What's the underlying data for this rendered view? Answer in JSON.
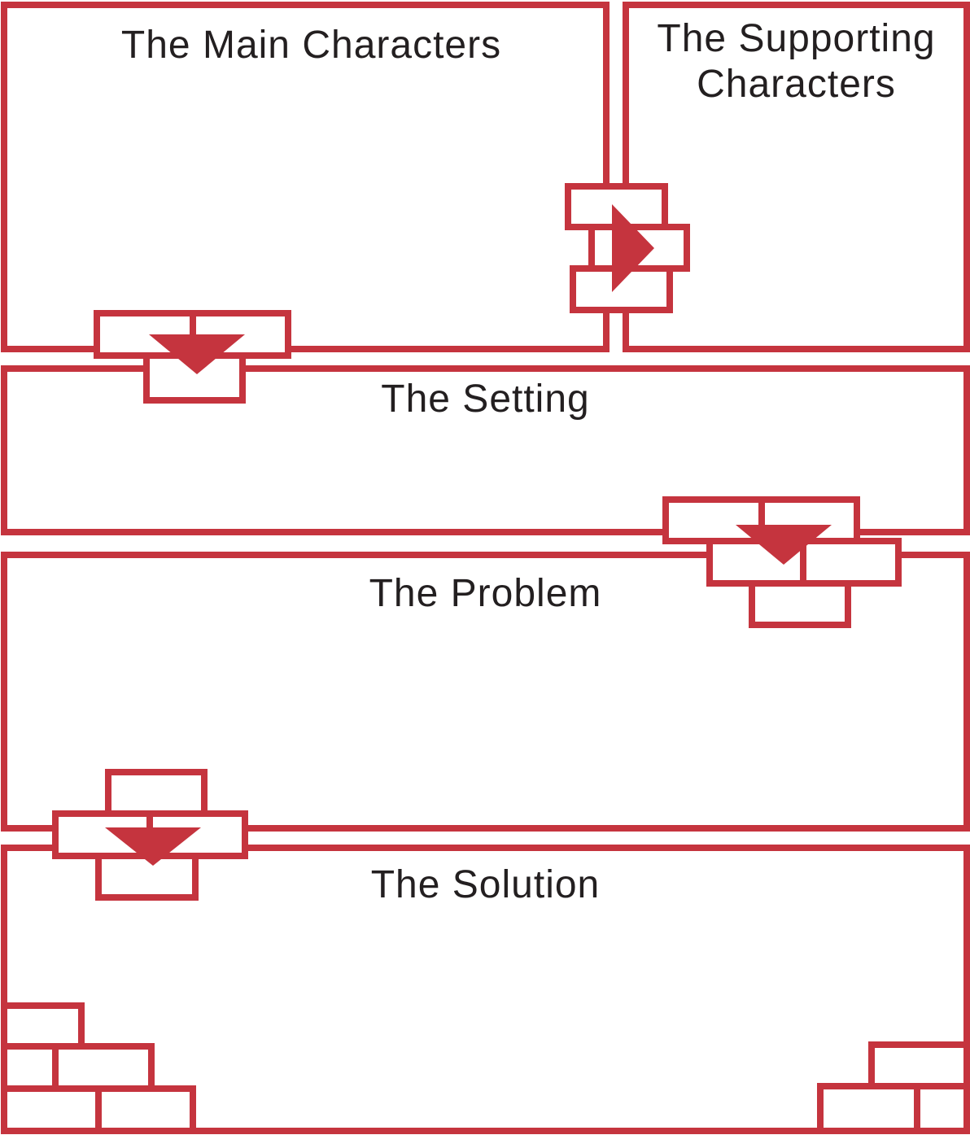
{
  "colors": {
    "accent": "#c5343e",
    "text": "#231f20",
    "background": "#ffffff"
  },
  "panels": {
    "main_characters": {
      "title": "The Main Characters"
    },
    "supporting_characters": {
      "title_line1": "The Supporting",
      "title_line2": "Characters"
    },
    "setting": {
      "title": "The Setting"
    },
    "problem": {
      "title": "The Problem"
    },
    "solution": {
      "title": "The Solution"
    }
  }
}
